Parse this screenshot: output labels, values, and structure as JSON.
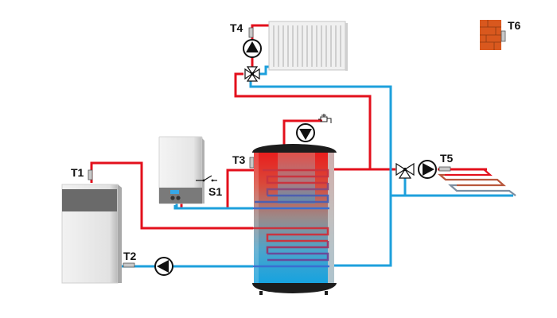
{
  "diagram": {
    "title": "Heating system schematic",
    "colors": {
      "supply": "#e3101c",
      "return": "#1ea0dc",
      "brick": "#d9581e",
      "sensor": "#c8c8c8",
      "tank_top": "#e8231f",
      "tank_bottom": "#14a3e0"
    },
    "labels": {
      "t1": "T1",
      "t2": "T2",
      "t3": "T3",
      "t4": "T4",
      "t5": "T5",
      "t6": "T6",
      "s1": "S1"
    },
    "components": [
      {
        "id": "heat-pump",
        "type": "heat-source",
        "label": ""
      },
      {
        "id": "gas-boiler",
        "type": "boiler",
        "label": ""
      },
      {
        "id": "storage-tank",
        "type": "buffer-tank",
        "label": ""
      },
      {
        "id": "radiator",
        "type": "radiator",
        "label": ""
      },
      {
        "id": "floor-heating",
        "type": "underfloor-loop",
        "label": ""
      },
      {
        "id": "outdoor-wall",
        "type": "outdoor-sensor-mount",
        "label": ""
      }
    ]
  }
}
